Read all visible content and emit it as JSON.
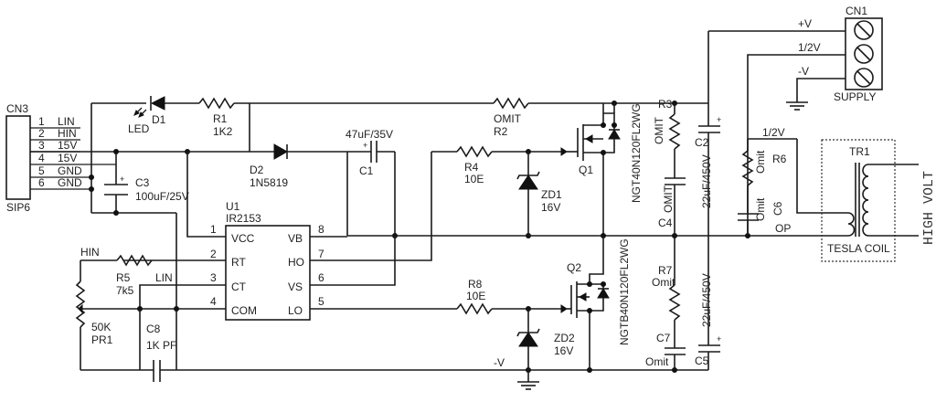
{
  "title": "Tesla coil driver schematic (IR2153 half-bridge)",
  "connectors": {
    "cn3": {
      "ref": "CN3",
      "type": "SIP6",
      "pins": [
        {
          "num": "1",
          "label": "LIN"
        },
        {
          "num": "2",
          "label": "HIN"
        },
        {
          "num": "3",
          "label": "15V"
        },
        {
          "num": "4",
          "label": "15V"
        },
        {
          "num": "5",
          "label": "GND"
        },
        {
          "num": "6",
          "label": "GND"
        }
      ]
    },
    "cn1": {
      "ref": "CN1",
      "label": "SUPPLY",
      "pins": [
        {
          "label": "+V"
        },
        {
          "label": "1/2V"
        },
        {
          "label": "-V"
        }
      ]
    }
  },
  "ic": {
    "ref": "U1",
    "part": "IR2153",
    "pins": [
      {
        "num": "1",
        "name": "VCC"
      },
      {
        "num": "2",
        "name": "RT"
      },
      {
        "num": "3",
        "name": "CT"
      },
      {
        "num": "4",
        "name": "COM"
      },
      {
        "num": "5",
        "name": "LO"
      },
      {
        "num": "6",
        "name": "VS"
      },
      {
        "num": "7",
        "name": "HO"
      },
      {
        "num": "8",
        "name": "VB"
      }
    ]
  },
  "components": {
    "d1": {
      "ref": "D1",
      "value": "LED"
    },
    "r1": {
      "ref": "R1",
      "value": "1K2"
    },
    "d2": {
      "ref": "D2",
      "value": "1N5819"
    },
    "c1": {
      "ref": "C1",
      "value": "47uF/35V",
      "polarity": "+"
    },
    "c3": {
      "ref": "C3",
      "value": "100uF/25V",
      "polarity": "+"
    },
    "r2": {
      "ref": "R2",
      "value": "OMIT"
    },
    "r4": {
      "ref": "R4",
      "value": "10E"
    },
    "zd1": {
      "ref": "ZD1",
      "value": "16V"
    },
    "q1": {
      "ref": "Q1",
      "part": "NGT40N120FL2WG"
    },
    "r8": {
      "ref": "R8",
      "value": "10E"
    },
    "zd2": {
      "ref": "ZD2",
      "value": "16V"
    },
    "q2": {
      "ref": "Q2",
      "part": "NGTB40N120FL2WG"
    },
    "r5": {
      "ref": "R5",
      "value": "7k5"
    },
    "pr1": {
      "ref": "PR1",
      "value": "50K"
    },
    "c8": {
      "ref": "C8",
      "value": "1K PF"
    },
    "r3": {
      "ref": "R3",
      "value": "OMIT"
    },
    "c4": {
      "ref": "C4",
      "value": "OMIT"
    },
    "r7": {
      "ref": "R7",
      "value": "Omit"
    },
    "c7": {
      "ref": "C7",
      "value": "Omit"
    },
    "c2": {
      "ref": "C2",
      "value": "22uF/450V",
      "polarity": "+"
    },
    "c5": {
      "ref": "C5",
      "value": "22uF/450V",
      "polarity": "+"
    },
    "r6": {
      "ref": "R6",
      "value": "Omit"
    },
    "c6": {
      "ref": "C6",
      "value": "Omit"
    },
    "tr1": {
      "ref": "TR1",
      "label": "TESLA COIL"
    }
  },
  "nets": {
    "hin": "HIN",
    "lin": "LIN",
    "neg_v": "-V",
    "half_v": "1/2V",
    "op": "OP",
    "high_volt": "HIGH VOLT"
  }
}
